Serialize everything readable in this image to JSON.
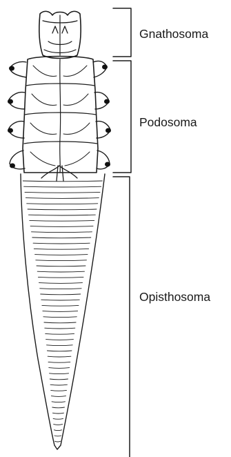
{
  "colors": {
    "ink": "#1b1b1b",
    "background": "#ffffff",
    "label": "#1a1a1a",
    "claw": "#111111"
  },
  "regions": [
    {
      "id": "gnathosoma",
      "label": "Gnathosoma"
    },
    {
      "id": "podosoma",
      "label": "Podosoma"
    },
    {
      "id": "opisthosoma",
      "label": "Opisthosoma"
    }
  ]
}
